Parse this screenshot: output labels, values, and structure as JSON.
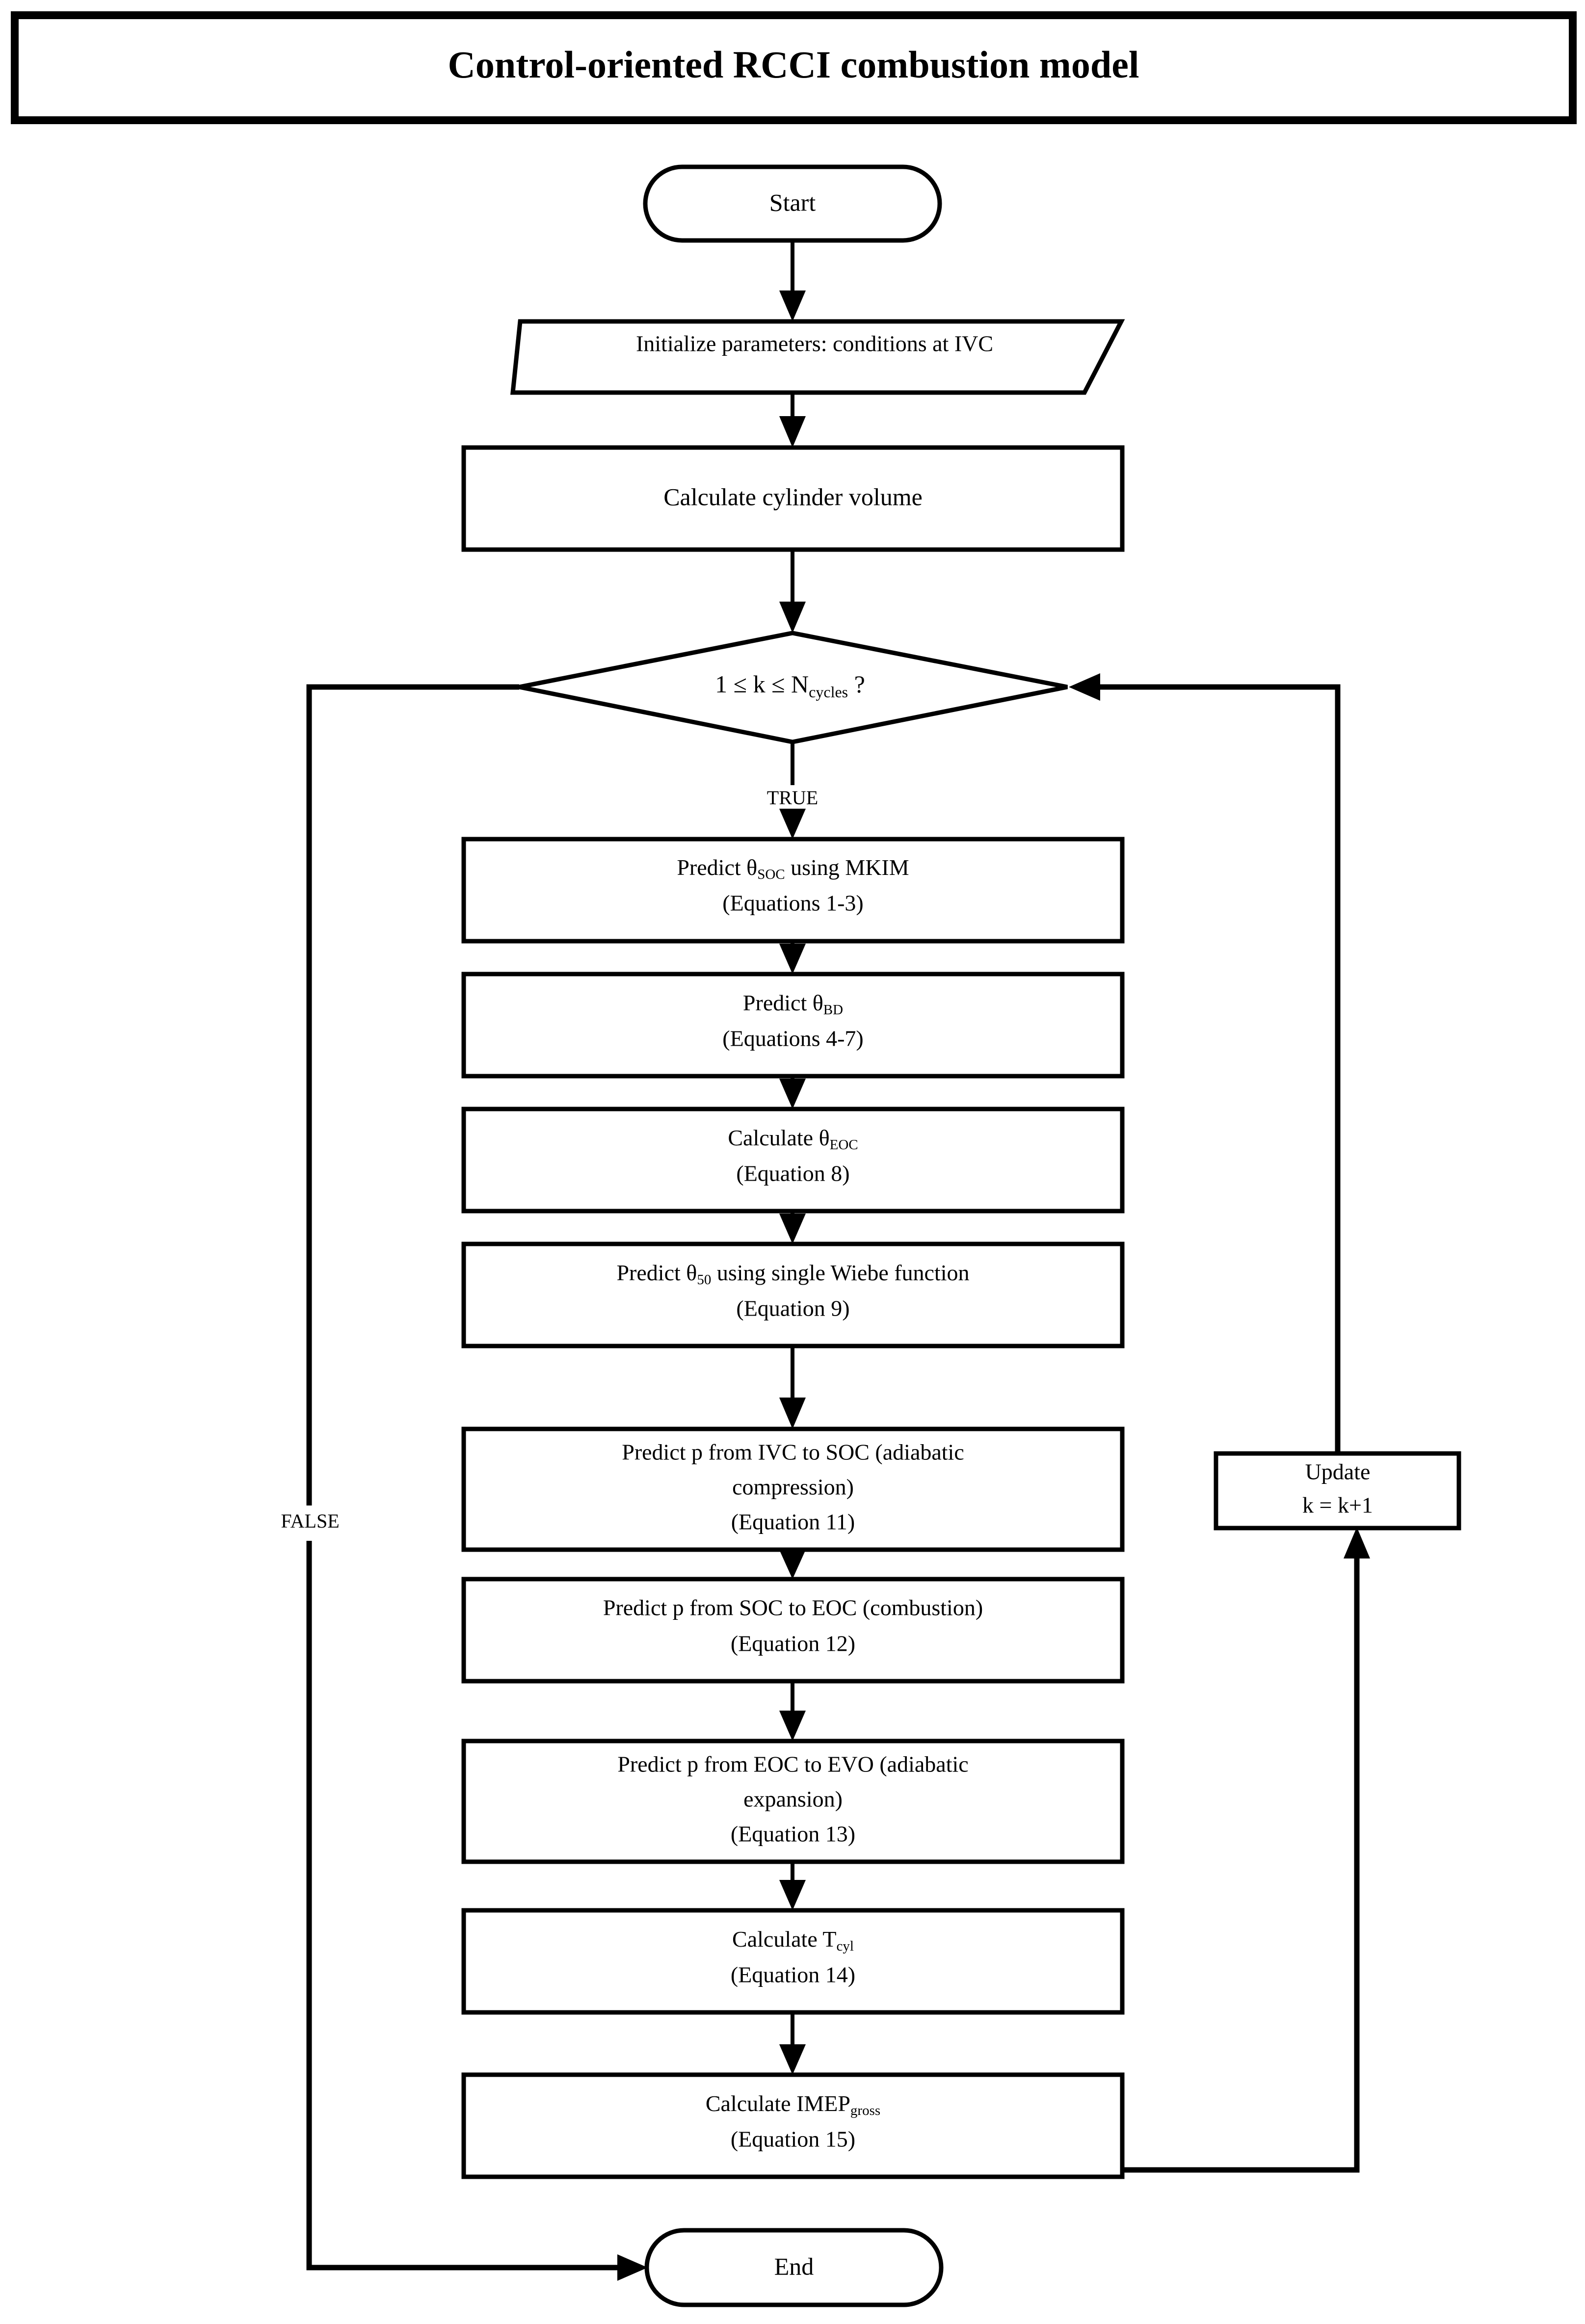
{
  "title": {
    "text": "Control-oriented RCCI combustion model"
  },
  "flowchart": {
    "type": "flowchart",
    "orientation": "top-to-bottom",
    "nodes": [
      {
        "id": "start",
        "shape": "terminator",
        "label": "Start"
      },
      {
        "id": "init",
        "shape": "parallelogram",
        "label": "Initialize parameters: conditions at IVC"
      },
      {
        "id": "volume",
        "shape": "process",
        "label": "Calculate cylinder volume"
      },
      {
        "id": "decision",
        "shape": "decision",
        "label_pre": "1 ≤   k ≤ N",
        "label_sub": "cycles",
        "label_post": " ?"
      },
      {
        "id": "soc",
        "shape": "process",
        "line1_pre": "Predict θ",
        "line1_sub": "SOC",
        "line1_post": " using MKIM",
        "line2": "(Equations 1-3)"
      },
      {
        "id": "bd",
        "shape": "process",
        "line1_pre": "Predict θ",
        "line1_sub": "BD",
        "line1_post": "",
        "line2": "(Equations 4-7)"
      },
      {
        "id": "eoc",
        "shape": "process",
        "line1_pre": "Calculate θ",
        "line1_sub": "EOC",
        "line1_post": "",
        "line2": "(Equation 8)"
      },
      {
        "id": "theta50",
        "shape": "process",
        "line1_pre": "Predict θ",
        "line1_sub": "50",
        "line1_post": " using single Wiebe function",
        "line2": "(Equation 9)"
      },
      {
        "id": "p_ivc_soc",
        "shape": "process",
        "line1": "Predict p from IVC to SOC (adiabatic",
        "line2": "compression)",
        "line3": "(Equation 11)"
      },
      {
        "id": "p_soc_eoc",
        "shape": "process",
        "line1": "Predict p from SOC to EOC (combustion)",
        "line2": "(Equation 12)"
      },
      {
        "id": "p_eoc_evo",
        "shape": "process",
        "line1": "Predict p from EOC to EVO (adiabatic",
        "line2": "expansion)",
        "line3": "(Equation 13)"
      },
      {
        "id": "tcyl",
        "shape": "process",
        "line1_pre": "Calculate T",
        "line1_sub": "cyl",
        "line1_post": "",
        "line2": "(Equation 14)"
      },
      {
        "id": "imep",
        "shape": "process",
        "line1_pre": "Calculate IMEP",
        "line1_sub": "gross",
        "line1_post": "",
        "line2": "(Equation 15)"
      },
      {
        "id": "update",
        "shape": "process",
        "line1": "Update",
        "line2": "k = k+1"
      },
      {
        "id": "end",
        "shape": "terminator",
        "label": "End"
      }
    ],
    "edge_labels": {
      "true": "TRUE",
      "false": "FALSE"
    },
    "edges": [
      {
        "from": "start",
        "to": "init"
      },
      {
        "from": "init",
        "to": "volume"
      },
      {
        "from": "volume",
        "to": "decision"
      },
      {
        "from": "decision",
        "to": "soc",
        "label": "TRUE"
      },
      {
        "from": "decision",
        "to": "end",
        "label": "FALSE"
      },
      {
        "from": "soc",
        "to": "bd"
      },
      {
        "from": "bd",
        "to": "eoc"
      },
      {
        "from": "eoc",
        "to": "theta50"
      },
      {
        "from": "theta50",
        "to": "p_ivc_soc"
      },
      {
        "from": "p_ivc_soc",
        "to": "p_soc_eoc"
      },
      {
        "from": "p_soc_eoc",
        "to": "p_eoc_evo"
      },
      {
        "from": "p_eoc_evo",
        "to": "tcyl"
      },
      {
        "from": "tcyl",
        "to": "imep"
      },
      {
        "from": "imep",
        "to": "update"
      },
      {
        "from": "update",
        "to": "decision"
      }
    ]
  },
  "colors": {
    "stroke": "#000000",
    "fill": "#ffffff",
    "background": "#ffffff"
  }
}
